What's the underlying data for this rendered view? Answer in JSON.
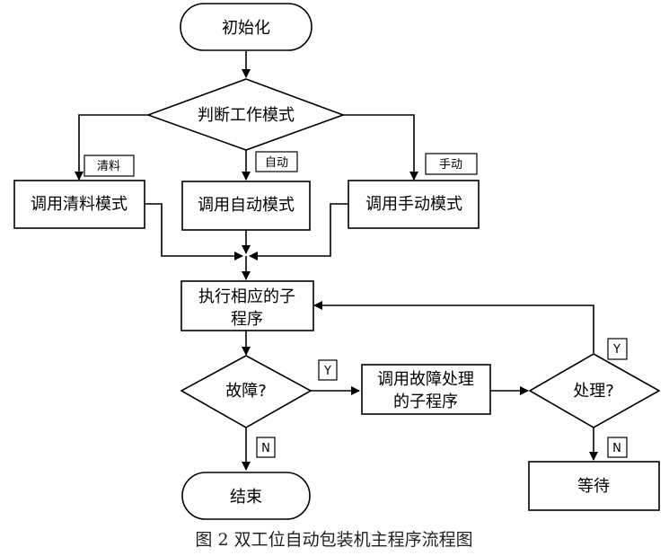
{
  "nodes": {
    "init": "初始化",
    "judge": "判断工作模式",
    "clear": "调用清料模式",
    "auto": "调用自动模式",
    "manual": "调用手动模式",
    "exec_line1": "执行相应的子",
    "exec_line2": "程序",
    "fault": "故障?",
    "handler_line1": "调用故障处理",
    "handler_line2": "的子程序",
    "processed": "处理?",
    "end": "结束",
    "wait": "等待"
  },
  "branch_labels": {
    "clear": "清料",
    "auto": "自动",
    "manual": "手动",
    "fault_yes": "Y",
    "fault_no": "N",
    "processed_yes": "Y",
    "processed_no": "N"
  },
  "caption": "图 2 双工位自动包装机主程序流程图"
}
